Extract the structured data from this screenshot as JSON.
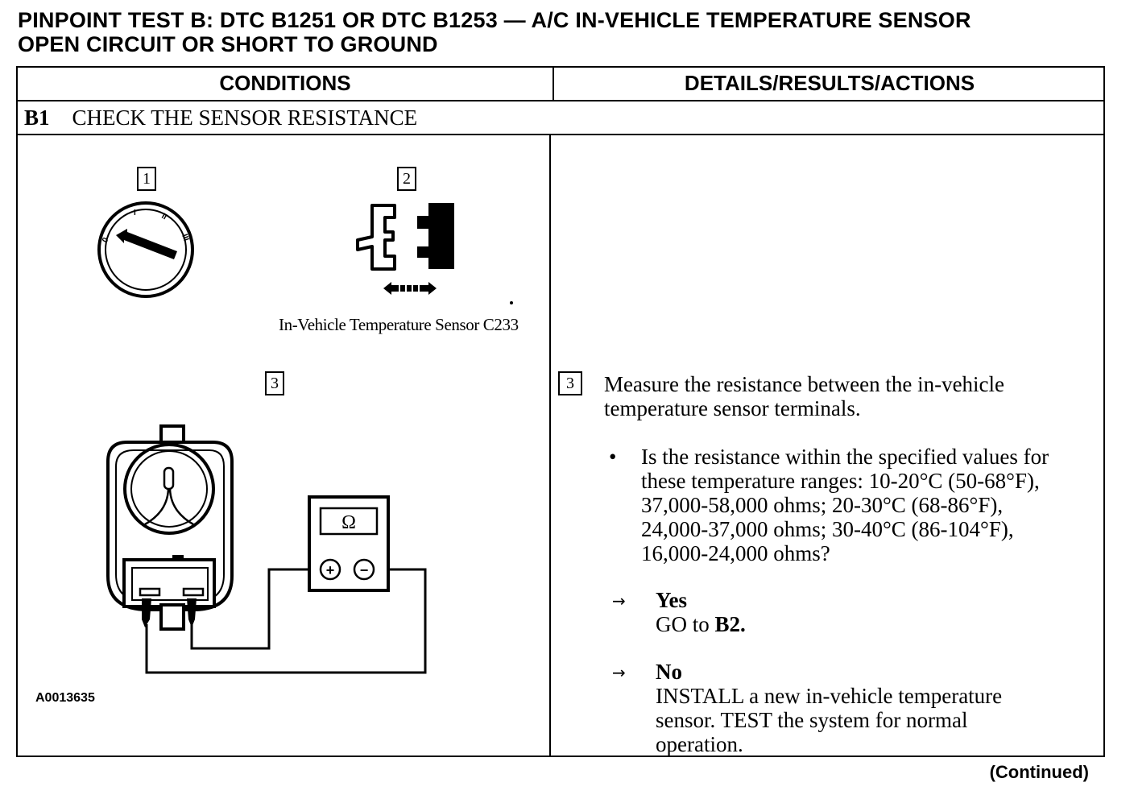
{
  "title": {
    "line1": "PINPOINT TEST B:  DTC B1251 OR DTC  B1253 — A/C  IN-VEHICLE TEMPERATURE SENSOR",
    "line2": "OPEN CIRCUIT OR SHORT TO GROUND"
  },
  "table": {
    "col_conditions": "CONDITIONS",
    "col_details": "DETAILS/RESULTS/ACTIONS",
    "step_id": "B1",
    "step_title": "CHECK THE SENSOR RESISTANCE"
  },
  "figure": {
    "callout_1": "1",
    "callout_2": "2",
    "callout_3": "3",
    "sensor_caption": "In-Vehicle Temperature Sensor C233",
    "ohm_symbol": "Ω",
    "plus": "+",
    "minus": "−",
    "figure_id": "A0013635",
    "ignition_marks": [
      "0",
      "I",
      "II",
      "III"
    ]
  },
  "details": {
    "callout": "3",
    "instruction_line1": "Measure the resistance between the in-vehicle",
    "instruction_line2": "temperature sensor terminals.",
    "bullet": "•",
    "question_lines": [
      "Is the resistance within the specified values for",
      "these temperature ranges: 10-20°C (50-68°F),",
      "37,000-58,000 ohms; 20-30°C (68-86°F),",
      "24,000-37,000 ohms; 30-40°C (86-104°F),",
      "16,000-24,000 ohms?"
    ],
    "arrow": "→",
    "yes_label": "Yes",
    "yes_action_prefix": "GO to ",
    "yes_action_target": "B2.",
    "no_label": "No",
    "no_action_lines": [
      "INSTALL a new in-vehicle temperature",
      "sensor. TEST the system for normal",
      "operation."
    ]
  },
  "footer": {
    "continued": "(Continued)"
  }
}
